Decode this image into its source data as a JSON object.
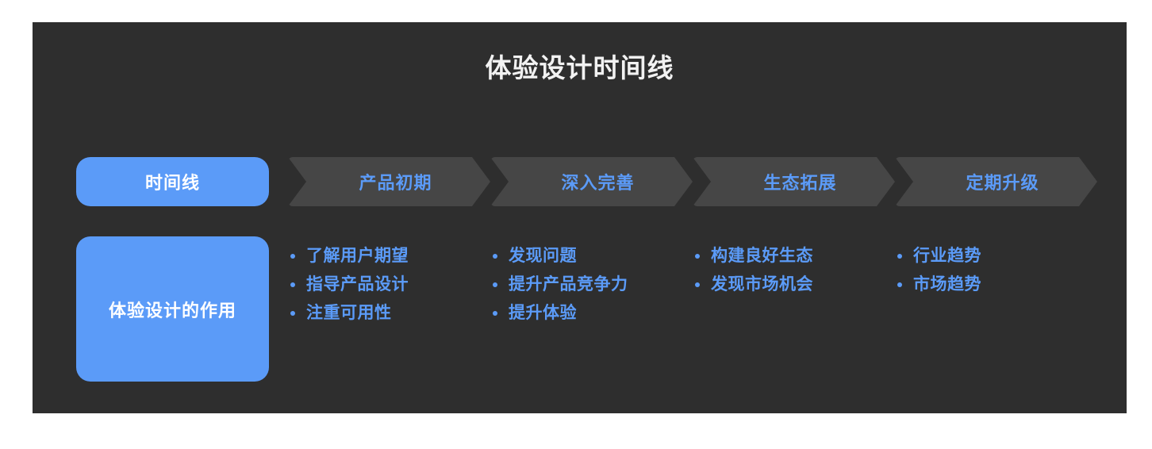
{
  "page": {
    "background_color": "#ffffff",
    "card_background_color": "#2e2e2e",
    "accent_color": "#5b9bf8",
    "chevron_color": "#464646",
    "title_color": "#f2f2f2"
  },
  "header": {
    "title": "体验设计时间线"
  },
  "stages": {
    "label_row": [
      {
        "label": "时间线",
        "type": "current-pill"
      },
      {
        "label": "产品初期",
        "type": "chevron"
      },
      {
        "label": "深入完善",
        "type": "chevron"
      },
      {
        "label": "生态拓展",
        "type": "chevron"
      },
      {
        "label": "定期升级",
        "type": "chevron"
      }
    ]
  },
  "detail": {
    "row_label": "体验设计的作用",
    "columns": [
      {
        "items": [
          "了解用户期望",
          "指导产品设计",
          "注重可用性"
        ]
      },
      {
        "items": [
          "发现问题",
          "提升产品竞争力",
          "提升体验"
        ]
      },
      {
        "items": [
          "构建良好生态",
          "发现市场机会"
        ]
      },
      {
        "items": [
          "行业趋势",
          "市场趋势"
        ]
      }
    ]
  }
}
